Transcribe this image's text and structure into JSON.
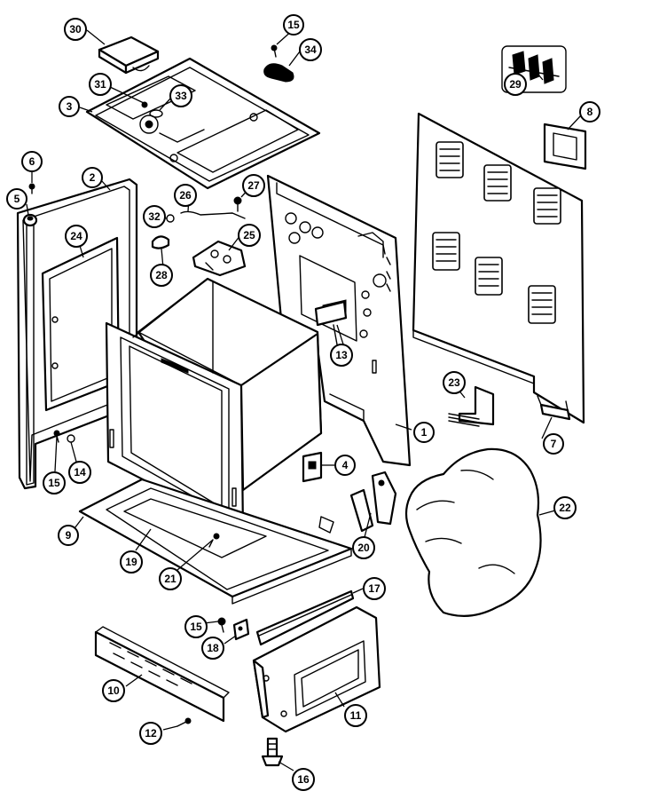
{
  "diagram": {
    "callouts": {
      "c1": "1",
      "c2": "2",
      "c3": "3",
      "c4": "4",
      "c5": "5",
      "c6": "6",
      "c7": "7",
      "c8": "8",
      "c9": "9",
      "c10": "10",
      "c11": "11",
      "c12": "12",
      "c13": "13",
      "c14": "14",
      "c15a": "15",
      "c15b": "15",
      "c15c": "15",
      "c16": "16",
      "c17": "17",
      "c18": "18",
      "c19": "19",
      "c20": "20",
      "c21": "21",
      "c22": "22",
      "c23": "23",
      "c24": "24",
      "c25": "25",
      "c26": "26",
      "c27": "27",
      "c28": "28",
      "c29": "29",
      "c30": "30",
      "c31": "31",
      "c32": "32",
      "c33": "33",
      "c34": "34"
    }
  }
}
